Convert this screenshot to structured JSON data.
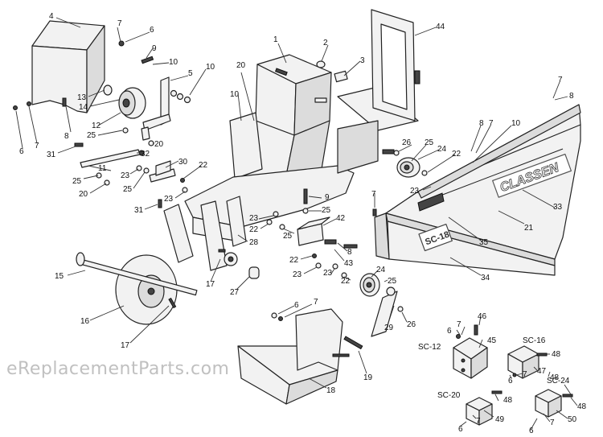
{
  "watermark": "eReplacementParts.com",
  "brand_decal": "CLASSEN",
  "model_decal": "SC-18",
  "variants": {
    "sc12": "SC-12",
    "sc16": "SC-16",
    "sc20": "SC-20",
    "sc24": "SC-24"
  },
  "callouts": [
    {
      "id": "4a",
      "text": "4"
    },
    {
      "id": "7a",
      "text": "7"
    },
    {
      "id": "6a",
      "text": "6"
    },
    {
      "id": "9a",
      "text": "9"
    },
    {
      "id": "10a",
      "text": "10"
    },
    {
      "id": "10b",
      "text": "10"
    },
    {
      "id": "5a",
      "text": "5"
    },
    {
      "id": "13a",
      "text": "13"
    },
    {
      "id": "14a",
      "text": "14"
    },
    {
      "id": "12a",
      "text": "12"
    },
    {
      "id": "8a",
      "text": "8"
    },
    {
      "id": "6b",
      "text": "6"
    },
    {
      "id": "7b",
      "text": "7"
    },
    {
      "id": "31a",
      "text": "31"
    },
    {
      "id": "25a",
      "text": "25"
    },
    {
      "id": "20a",
      "text": "20"
    },
    {
      "id": "32a",
      "text": "32"
    },
    {
      "id": "11a",
      "text": "11"
    },
    {
      "id": "23a",
      "text": "23"
    },
    {
      "id": "25b",
      "text": "25"
    },
    {
      "id": "30a",
      "text": "30"
    },
    {
      "id": "25c",
      "text": "25"
    },
    {
      "id": "20b",
      "text": "20"
    },
    {
      "id": "22a",
      "text": "22"
    },
    {
      "id": "23b",
      "text": "23"
    },
    {
      "id": "31b",
      "text": "31"
    },
    {
      "id": "1a",
      "text": "1"
    },
    {
      "id": "2a",
      "text": "2"
    },
    {
      "id": "3a",
      "text": "3"
    },
    {
      "id": "20c",
      "text": "20"
    },
    {
      "id": "10c",
      "text": "10"
    },
    {
      "id": "44a",
      "text": "44"
    },
    {
      "id": "7c",
      "text": "7"
    },
    {
      "id": "8b",
      "text": "8"
    },
    {
      "id": "8c",
      "text": "8"
    },
    {
      "id": "7d",
      "text": "7"
    },
    {
      "id": "10d",
      "text": "10"
    },
    {
      "id": "26a",
      "text": "26"
    },
    {
      "id": "25d",
      "text": "25"
    },
    {
      "id": "24a",
      "text": "24"
    },
    {
      "id": "22b",
      "text": "22"
    },
    {
      "id": "23c",
      "text": "23"
    },
    {
      "id": "9b",
      "text": "9"
    },
    {
      "id": "7e",
      "text": "7"
    },
    {
      "id": "33a",
      "text": "33"
    },
    {
      "id": "21a",
      "text": "21"
    },
    {
      "id": "25e",
      "text": "25"
    },
    {
      "id": "23d",
      "text": "23"
    },
    {
      "id": "22c",
      "text": "22"
    },
    {
      "id": "25f",
      "text": "25"
    },
    {
      "id": "42a",
      "text": "42"
    },
    {
      "id": "28a",
      "text": "28"
    },
    {
      "id": "8d",
      "text": "8"
    },
    {
      "id": "35a",
      "text": "35"
    },
    {
      "id": "22d",
      "text": "22"
    },
    {
      "id": "43a",
      "text": "43"
    },
    {
      "id": "23e",
      "text": "23"
    },
    {
      "id": "23f",
      "text": "23"
    },
    {
      "id": "22e",
      "text": "22"
    },
    {
      "id": "24b",
      "text": "24"
    },
    {
      "id": "25g",
      "text": "25"
    },
    {
      "id": "34a",
      "text": "34"
    },
    {
      "id": "15a",
      "text": "15"
    },
    {
      "id": "17a",
      "text": "17"
    },
    {
      "id": "27a",
      "text": "27"
    },
    {
      "id": "16a",
      "text": "16"
    },
    {
      "id": "17b",
      "text": "17"
    },
    {
      "id": "6c",
      "text": "6"
    },
    {
      "id": "7f",
      "text": "7"
    },
    {
      "id": "29a",
      "text": "29"
    },
    {
      "id": "26b",
      "text": "26"
    },
    {
      "id": "19a",
      "text": "19"
    },
    {
      "id": "18a",
      "text": "18"
    },
    {
      "id": "46a",
      "text": "46"
    },
    {
      "id": "6d",
      "text": "6"
    },
    {
      "id": "7g",
      "text": "7"
    },
    {
      "id": "45a",
      "text": "45"
    },
    {
      "id": "48a",
      "text": "48"
    },
    {
      "id": "47a",
      "text": "47"
    },
    {
      "id": "7h",
      "text": "7"
    },
    {
      "id": "6e",
      "text": "6"
    },
    {
      "id": "48b",
      "text": "48"
    },
    {
      "id": "48c",
      "text": "48"
    },
    {
      "id": "49a",
      "text": "49"
    },
    {
      "id": "7i",
      "text": "7"
    },
    {
      "id": "6f",
      "text": "6"
    },
    {
      "id": "48d",
      "text": "48"
    },
    {
      "id": "50a",
      "text": "50"
    },
    {
      "id": "7j",
      "text": "7"
    },
    {
      "id": "6g",
      "text": "6"
    }
  ]
}
